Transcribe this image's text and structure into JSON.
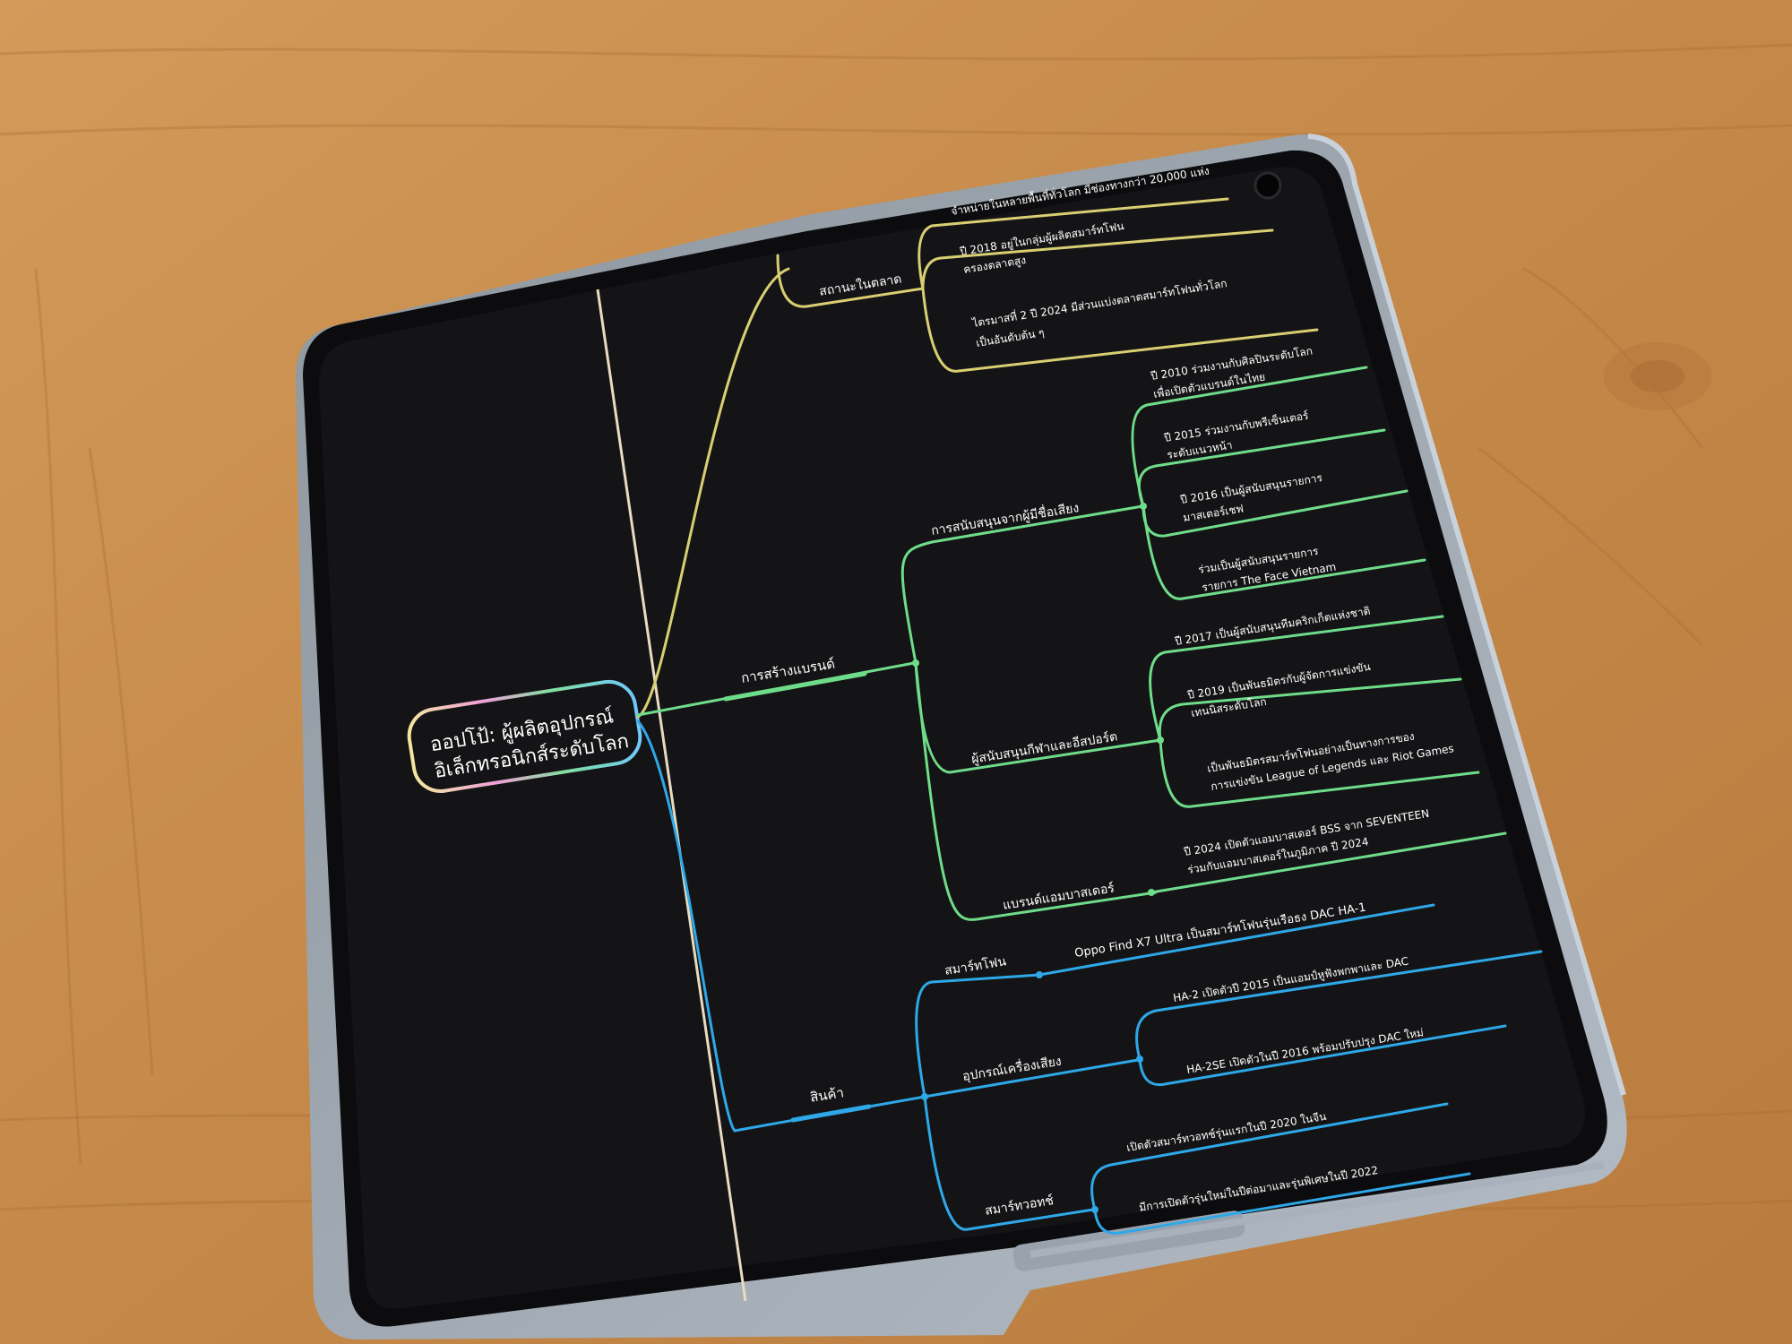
{
  "colors": {
    "wood_base": "#c58a4a",
    "wood_light": "#dba468",
    "wood_dark": "#a8703a",
    "device_frame": "#9aa3ad",
    "screen_bg": "#141416",
    "branch_yellow": "#d9cf72",
    "branch_green": "#6fdc8a",
    "branch_blue": "#2ea8e8",
    "divider": "#e8dcc0"
  },
  "icons": [
    "front-camera-icon"
  ],
  "mindmap": {
    "root": {
      "line1": "ออปโป้: ผู้ผลิตอุปกรณ์",
      "line2": "อิเล็กทรอนิกส์ระดับโลก"
    },
    "yellow": {
      "sub": "สถานะในตลาด",
      "leaves": [
        {
          "line1": "จำหน่ายในหลายพื้นที่ทั่วโลก มีช่องทางกว่า 20,000 แห่ง",
          "line2": ""
        },
        {
          "line1": "ปี 2018 อยู่ในกลุ่มผู้ผลิตสมาร์ทโฟน",
          "line2": "ครองตลาดสูง"
        },
        {
          "line1": "ไตรมาสที่ 2 ปี 2024 มีส่วนแบ่งตลาดสมาร์ทโฟนทั่วโลก",
          "line2": "เป็นอันดับต้น ๆ"
        }
      ]
    },
    "green": {
      "label": "การสร้างแบรนด์",
      "subs": [
        {
          "label": "การสนับสนุนจากผู้มีชื่อเสียง",
          "leaves": [
            {
              "line1": "ปี 2010 ร่วมงานกับศิลปินระดับโลก",
              "line2": "เพื่อเปิดตัวแบรนด์ในไทย"
            },
            {
              "line1": "ปี 2015 ร่วมงานกับพรีเซ็นเตอร์",
              "line2": "ระดับแนวหน้า"
            },
            {
              "line1": "ปี 2016 เป็นผู้สนับสนุนรายการ",
              "line2": "มาสเตอร์เชฟ"
            },
            {
              "line1": "ร่วมเป็นผู้สนับสนุนรายการ",
              "line2": "รายการ The Face Vietnam"
            }
          ]
        },
        {
          "label": "ผู้สนับสนุนกีฬาและอีสปอร์ต",
          "leaves": [
            {
              "line1": "ปี 2017 เป็นผู้สนับสนุนทีมคริกเก็ตแห่งชาติ",
              "line2": ""
            },
            {
              "line1": "ปี 2019 เป็นพันธมิตรกับผู้จัดการแข่งขัน",
              "line2": "เทนนิสระดับโลก"
            },
            {
              "line1": "เป็นพันธมิตรสมาร์ทโฟนอย่างเป็นทางการของ",
              "line2": "การแข่งขัน League of Legends และ Riot Games"
            }
          ]
        },
        {
          "label": "แบรนด์แอมบาสเดอร์",
          "leaves": [
            {
              "line1": "ปี 2024 เปิดตัวแอมบาสเดอร์ BSS จาก SEVENTEEN",
              "line2": "ร่วมกับแอมบาสเดอร์ในภูมิภาค ปี 2024"
            }
          ]
        }
      ]
    },
    "blue": {
      "label": "สินค้า",
      "subs": [
        {
          "label": "สมาร์ทโฟน",
          "leaves": [
            {
              "line1": "Oppo Find X7 Ultra เป็นสมาร์ทโฟนรุ่นเรือธง DAC HA-1",
              "line2": ""
            }
          ]
        },
        {
          "label": "อุปกรณ์เครื่องเสียง",
          "leaves": [
            {
              "line1": "HA-2 เปิดตัวปี 2015 เป็นแอมป์หูฟังพกพาและ DAC",
              "line2": ""
            },
            {
              "line1": "HA-2SE เปิดตัวในปี 2016 พร้อมปรับปรุง DAC ใหม่",
              "line2": ""
            }
          ]
        },
        {
          "label": "สมาร์ทวอทช์",
          "leaves": [
            {
              "line1": "เปิดตัวสมาร์ทวอทช์รุ่นแรกในปี 2020 ในจีน",
              "line2": ""
            },
            {
              "line1": "มีการเปิดตัวรุ่นใหม่ในปีต่อมาและรุ่นพิเศษในปี 2022",
              "line2": ""
            }
          ]
        }
      ]
    }
  }
}
